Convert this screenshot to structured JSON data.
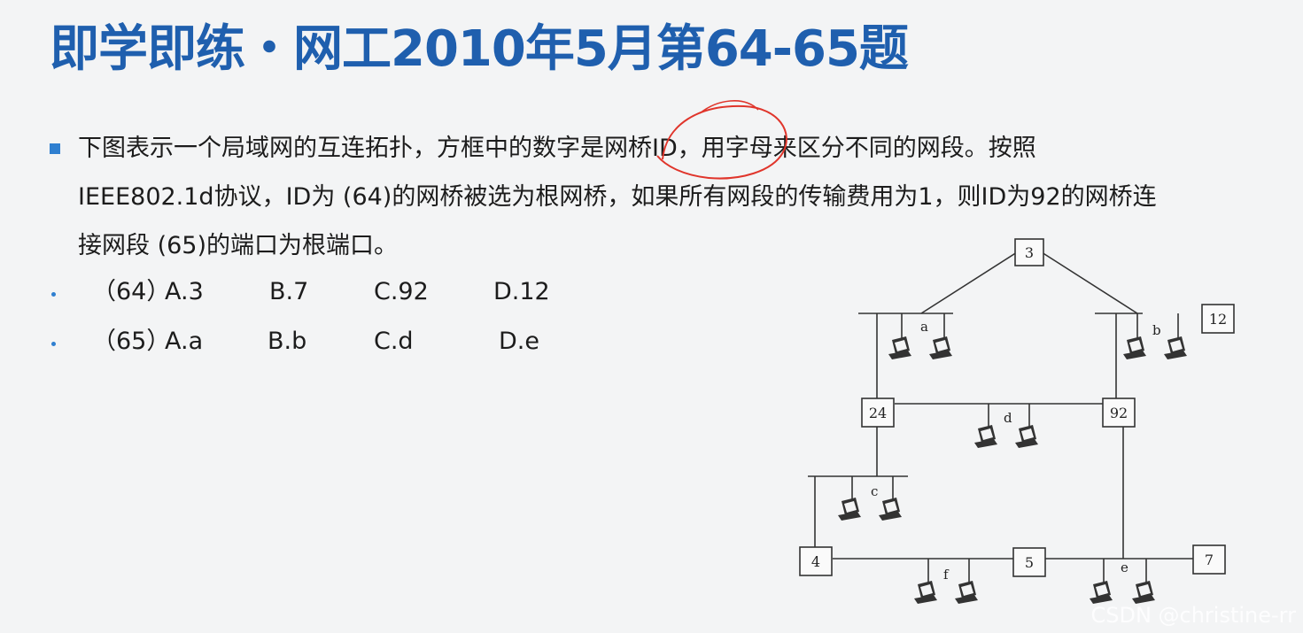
{
  "title": "即学即练・网工2010年5月第64-65题",
  "question": {
    "line1_a": "下图表示一个局域网的互连拓扑，方框中的数字是",
    "line1_b": "网桥ID，",
    "line1_c": "用字母来区分不同的网段。按照",
    "line2": "IEEE802.1d协议，ID为 (64)的网桥被选为根网桥，如果所有网段的传输费用为1，则ID为92的网桥连",
    "line3": "接网段 (65)的端口为根端口。"
  },
  "options": [
    {
      "label": "（64）",
      "choices": [
        "A.3",
        "B.7",
        "C.92",
        "D.12"
      ]
    },
    {
      "label": "（65）",
      "choices": [
        "A.a",
        "B.b",
        "C.d",
        "D.e"
      ]
    }
  ],
  "diagram": {
    "bridges": [
      "3",
      "12",
      "24",
      "92",
      "4",
      "5",
      "7"
    ],
    "segments": [
      "a",
      "b",
      "d",
      "c",
      "f",
      "e"
    ]
  },
  "colors": {
    "title": "#1f5fae",
    "bullet": "#2f7fd0",
    "annotation": "#e0352b"
  },
  "watermark": "CSDN @christine-rr"
}
